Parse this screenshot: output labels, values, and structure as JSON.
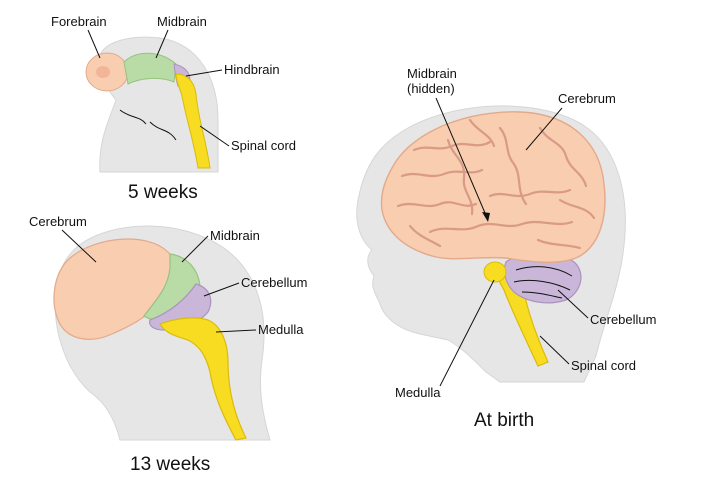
{
  "panels": {
    "week5": {
      "caption": "5 weeks",
      "labels": {
        "forebrain": "Forebrain",
        "midbrain": "Midbrain",
        "hindbrain": "Hindbrain",
        "spinal_cord": "Spinal cord"
      }
    },
    "week13": {
      "caption": "13 weeks",
      "labels": {
        "cerebrum": "Cerebrum",
        "midbrain": "Midbrain",
        "cerebellum": "Cerebellum",
        "medulla": "Medulla"
      }
    },
    "birth": {
      "caption": "At birth",
      "labels": {
        "midbrain_line1": "Midbrain",
        "midbrain_line2": "(hidden)",
        "cerebrum": "Cerebrum",
        "cerebellum": "Cerebellum",
        "spinal_cord": "Spinal cord",
        "medulla": "Medulla"
      }
    }
  },
  "colors": {
    "cerebrum": "#f8cdb0",
    "midbrain": "#b9dba6",
    "hindbrain_cerebellum": "#c9b6d8",
    "spinal_cord": "#f8dc22",
    "head_silhouette": "#e6e6e6"
  }
}
